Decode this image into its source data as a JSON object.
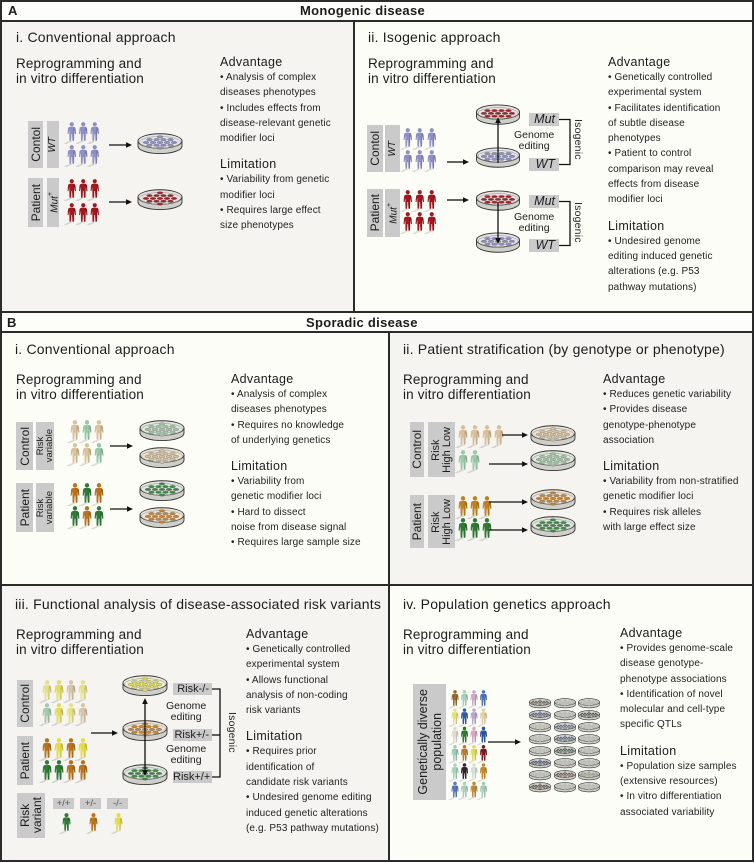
{
  "section_a": {
    "letter": "A",
    "title": "Monogenic disease"
  },
  "section_b": {
    "letter": "B",
    "title": "Sporadic disease"
  },
  "dish_styles": {
    "wt": {
      "media": "#e3e3e8",
      "cell": "#8e90c4"
    },
    "mut": {
      "media": "#e8e0df",
      "cell": "#a8232a"
    },
    "green_light": {
      "media": "#dfe6db",
      "cell": "#9fc4a4"
    },
    "beige": {
      "media": "#e8e1d3",
      "cell": "#d7c19c"
    },
    "green": {
      "media": "#dfe5dc",
      "cell": "#3f8a49"
    },
    "orange": {
      "media": "#ece3d6",
      "cell": "#c8842f"
    },
    "yellow": {
      "media": "#ecebd6",
      "cell": "#e2dc55"
    }
  },
  "a_i": {
    "title": "i. Conventional approach",
    "subtitle": "Reprogramming and\nin vitro differentiation",
    "advantage_heading": "Advantage",
    "advantages": [
      "• Analysis of complex\ndiseases phenotypes",
      "• Includes effects from\ndisease-relevant genetic\nmodifier loci"
    ],
    "limitation_heading": "Limitation",
    "limitations": [
      "• Variability from genetic\nmodifier loci",
      "• Requires large effect\nsize phenotypes"
    ],
    "groups": [
      {
        "label": "Contol",
        "sublabel": "WT",
        "sublabel_sup": "",
        "figures": [
          [
            "#8d8fc5",
            "#8d8fc5",
            "#8d8fc5"
          ],
          [
            "#8d8fc5",
            "#8d8fc5",
            "#8d8fc5"
          ]
        ],
        "dishes": [
          "wt"
        ]
      },
      {
        "label": "Patient",
        "sublabel": "Mut",
        "sublabel_sup": "+",
        "figures": [
          [
            "#a3181f",
            "#a3181f",
            "#a3181f"
          ],
          [
            "#a3181f",
            "#a3181f",
            "#a3181f"
          ]
        ],
        "dishes": [
          "mut"
        ]
      }
    ]
  },
  "a_ii": {
    "title": "ii. Isogenic approach",
    "subtitle": "Reprogramming and\nin vitro differentiation",
    "advantage_heading": "Advantage",
    "advantages": [
      "• Genetically controlled\nexperimental system",
      "• Facilitates identification\nof subtle disease\nphenotypes",
      "• Patient to control\ncomparison may reveal\neffects from disease\nmodifier loci"
    ],
    "limitation_heading": "Limitation",
    "limitations": [
      "• Undesired genome\nediting induced genetic\nalterations (e.g. P53\npathway mutations)"
    ],
    "groups": [
      {
        "label": "Contol",
        "sublabel": "WT",
        "sublabel_sup": "",
        "figures": [
          [
            "#8d8fc5",
            "#8d8fc5",
            "#8d8fc5"
          ],
          [
            "#8d8fc5",
            "#8d8fc5",
            "#8d8fc5"
          ]
        ],
        "dishes": [
          "mut",
          "wt"
        ]
      },
      {
        "label": "Patient",
        "sublabel": "Mut",
        "sublabel_sup": "+",
        "figures": [
          [
            "#a3181f",
            "#a3181f",
            "#a3181f"
          ],
          [
            "#a3181f",
            "#a3181f",
            "#a3181f"
          ]
        ],
        "dishes": [
          "mut",
          "wt"
        ]
      }
    ],
    "dish_labels": [
      "Mut",
      "WT",
      "Mut",
      "WT"
    ],
    "genome_editing": "Genome\nediting",
    "isogenic": "Isogenic"
  },
  "b_i": {
    "title": "i. Conventional approach",
    "subtitle": "Reprogramming and\nin vitro differentiation",
    "advantage_heading": "Advantage",
    "advantages": [
      "• Analysis of complex\ndiseases phenotypes",
      "• Requires no knowledge\nof underlying genetics"
    ],
    "limitation_heading": "Limitation",
    "limitations": [
      "• Variability from\ngenetic modifier loci",
      "• Hard to dissect\nnoise from disease signal",
      "• Requires large sample size"
    ],
    "groups": [
      {
        "label": "Control",
        "sublabel": "Risk\nvariable",
        "figures": [
          [
            "#d9c29c",
            "#98c8a6",
            "#d9c29c"
          ],
          [
            "#d9c29c",
            "#d9c29c",
            "#98c8a6"
          ]
        ],
        "dishes": [
          "green_light",
          "beige"
        ]
      },
      {
        "label": "Patient",
        "sublabel": "Risk\nvariable",
        "figures": [
          [
            "#b9731c",
            "#2e7a36",
            "#b9731c"
          ],
          [
            "#2e7a36",
            "#b9731c",
            "#2e7a36"
          ]
        ],
        "dishes": [
          "green",
          "orange"
        ]
      }
    ]
  },
  "b_ii": {
    "title": "ii. Patient stratification (by genotype or phenotype)",
    "subtitle": "Reprogramming and\nin vitro differentiation",
    "advantage_heading": "Advantage",
    "advantages": [
      "• Reduces genetic variability",
      "• Provides disease\ngenotype-phenotype\nassociation"
    ],
    "limitation_heading": "Limitation",
    "limitations": [
      "• Variability from non-stratified\ngenetic modifier loci",
      "• Requires risk alleles\nwith large effect size"
    ],
    "groups": [
      {
        "label": "Control",
        "sublabel": "Risk\nHigh Low",
        "figures": [
          [
            "#d9c09a",
            "#d9c09a",
            "#d9c09a",
            "#d9c09a"
          ],
          [
            "#9fcaa9",
            "#9fcaa9"
          ]
        ],
        "dishes": [
          "beige",
          "green_light"
        ]
      },
      {
        "label": "Patient",
        "sublabel": "Risk\nHigh Low",
        "figures": [
          [
            "#c0801e",
            "#c0801e",
            "#c0801e"
          ],
          [
            "#2f7a34",
            "#2f7a34",
            "#2f7a34"
          ]
        ],
        "dishes": [
          "orange",
          "green"
        ]
      }
    ]
  },
  "b_iii": {
    "title": "iii. Functional analysis of disease-associated risk variants",
    "subtitle": "Reprogramming and\nin vitro differentiation",
    "advantage_heading": "Advantage",
    "advantages": [
      "• Genetically controlled\nexperimental system",
      "• Allows functional\nanalysis of non-coding\nrisk variants"
    ],
    "limitation_heading": "Limitation",
    "limitations": [
      "• Requires prior\nidentification of\ncandidate risk variants",
      "• Undesired genome editing\ninduced genetic alterations\n(e.g. P53 pathway mutations)"
    ],
    "groups": [
      {
        "label": "Control",
        "figures": [
          [
            "#e6e08a",
            "#e3dc5f",
            "#d8c6aa",
            "#e6e08a"
          ],
          [
            "#a8c8b0",
            "#e3dc5f",
            "#e6e08a",
            "#d8c6aa"
          ]
        ]
      },
      {
        "label": "Patient",
        "figures": [
          [
            "#b9731c",
            "#e3dc45",
            "#b9731c",
            "#e3dc45"
          ],
          [
            "#2e7a36",
            "#2e7a36",
            "#b9731c",
            "#b9731c"
          ]
        ]
      }
    ],
    "risk_variant_label": "Risk\nvariant",
    "genotypes": [
      {
        "label": "+/+",
        "color": "#2e7a36"
      },
      {
        "label": "+/-",
        "color": "#b9731c"
      },
      {
        "label": "-/-",
        "color": "#e3dc45"
      }
    ],
    "dishes": [
      "yellow",
      "orange",
      "green"
    ],
    "dish_labels": [
      "Risk-/-",
      "Risk+/-",
      "Risk+/+"
    ],
    "genome_editing": "Genome\nediting",
    "isogenic": "Isogenic"
  },
  "b_iv": {
    "title": "iv. Population genetics approach",
    "subtitle": "Reprogramming and\nin vitro differentiation",
    "advantage_heading": "Advantage",
    "advantages": [
      "• Provides genome-scale\ndisease genotype-\nphenotype associations",
      "• Identification of novel\nmolecular and cell-type\nspecific QTLs"
    ],
    "limitation_heading": "Limitation",
    "limitations": [
      "• Population size samples\n(extensive resources)",
      "• In vitro differentiation\nassociated variability"
    ],
    "population_label": "Genetically diverse\npopulation",
    "groups": [
      {
        "figures": [
          [
            "#9a6a2a",
            "#a6cfb6",
            "#cfa9c2",
            "#4f74b4"
          ],
          [
            "#e6de86",
            "#2f5aa6",
            "#b9a6d2",
            "#e0cfa8"
          ],
          [
            "#e2d8cc",
            "#2c7a2e",
            "#d6a6c0",
            "#2f55a2"
          ],
          [
            "#9ccab4",
            "#bc7c26",
            "#e2d85a",
            "#7a1a22"
          ],
          [
            "#a8d2c0",
            "#2a2630",
            "#d4e0d6",
            "#c4862a"
          ],
          [
            "#5878b6",
            "#a8d0bc",
            "#c08a3c",
            "#a6ccb8"
          ]
        ]
      }
    ],
    "population_dishes": [
      [
        "#6b5a48",
        "#cfd0c8",
        "#cfd0c8"
      ],
      [
        "#4a5a78",
        "#cfd0c8",
        "#4a4640"
      ],
      [
        "#d8d4c4",
        "#5a6e90",
        "#cfd0c8"
      ],
      [
        "#d6d4c6",
        "#4a6484",
        "#cfd0c8"
      ],
      [
        "#d4d6cc",
        "#3c5a48",
        "#cfd0c8"
      ],
      [
        "#3e4e6e",
        "#cfd0c8",
        "#cfd0c8"
      ],
      [
        "#cfd0c8",
        "#6e5540",
        "#a8a890"
      ],
      [
        "#5a4636",
        "#cfd0c8",
        "#cfd0c8"
      ]
    ]
  }
}
